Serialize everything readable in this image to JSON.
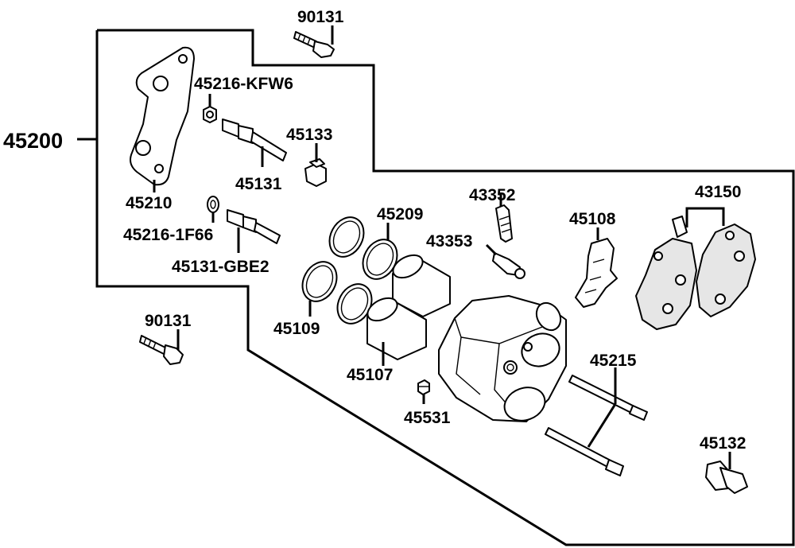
{
  "labels": {
    "assembly": "45200",
    "bolt_top": "90131",
    "bolt_left": "90131",
    "nut_kfw6": "45216-KFW6",
    "bracket": "45210",
    "pin_45131": "45131",
    "plug_45133": "45133",
    "washer_1f66": "45216-1F66",
    "pin_gbe2": "45131-GBE2",
    "seal_45209": "45209",
    "seal_45109": "45109",
    "piston": "45107",
    "bleeder": "43352",
    "bleeder_cap": "43353",
    "spring": "45108",
    "pads": "43150",
    "hanger_pins": "45215",
    "bleeder_small": "45531",
    "bolt_45132": "45132"
  }
}
